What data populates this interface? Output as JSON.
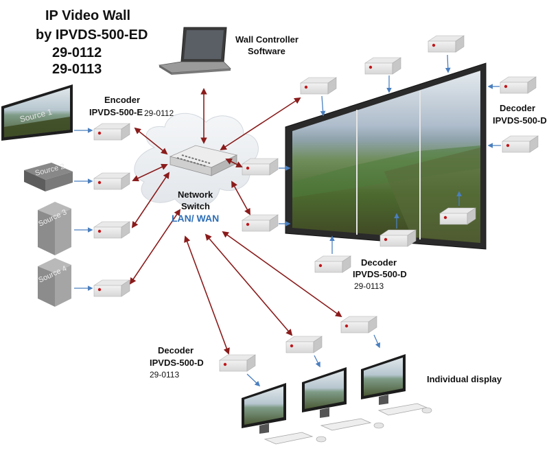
{
  "title": {
    "line1": "IP Video Wall",
    "line2": "by IPVDS-500-ED",
    "line3": "29-0112",
    "line4": "29-0113"
  },
  "wall_controller": {
    "line1": "Wall Controller",
    "line2": "Software"
  },
  "encoder": {
    "line1": "Encoder",
    "model": "IPVDS-500-E",
    "part": "29-0112"
  },
  "network": {
    "line1": "Network",
    "line2": "Switch",
    "line3": "LAN/ WAN"
  },
  "decoder_right": {
    "line1": "Decoder",
    "line2": "IPVDS-500-D"
  },
  "decoder_center": {
    "line1": "Decoder",
    "line2": "IPVDS-500-D",
    "line3": "29-0113"
  },
  "decoder_bottom": {
    "line1": "Decoder",
    "line2": "IPVDS-500-D",
    "line3": "29-0113"
  },
  "individual_display": "Individual  display",
  "sources": [
    "Source 1",
    "Source 2",
    "Source 3",
    "Source 4"
  ],
  "colors": {
    "arrow_red": "#8a1b1b",
    "arrow_blue": "#4a7fbf",
    "accent_blue": "#2e6fb7",
    "device_red": "#c0171b"
  }
}
